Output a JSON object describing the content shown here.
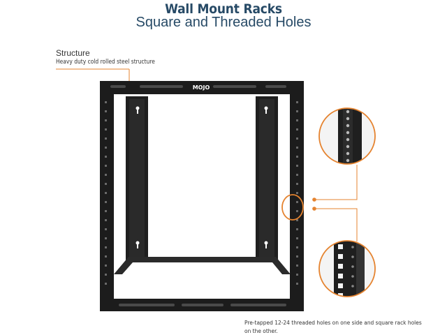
{
  "header": {
    "title": "Wall Mount Racks",
    "subtitle": "Square and Threaded Holes"
  },
  "callouts": {
    "structure": {
      "title": "Structure",
      "description": "Heavy duty cold rolled steel structure"
    },
    "holes": {
      "description": "Pre-tapped 12-24 threaded holes on one side and square rack holes on the other."
    }
  },
  "product": {
    "brand_logo": "MOJO"
  },
  "colors": {
    "accent": "#e5832f",
    "title": "#274a66",
    "rack": "#1c1c1c"
  }
}
